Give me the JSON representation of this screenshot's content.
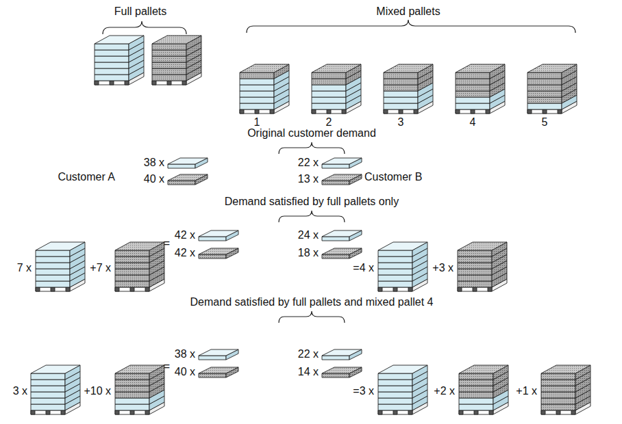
{
  "diagram": {
    "labels": [
      "Full pallets",
      "Mixed pallets",
      "1",
      "2",
      "3",
      "4",
      "5",
      "Original customer demand",
      "38 x",
      "40 x",
      "22 x",
      "13 x",
      "Customer A",
      "Customer B",
      "Demand satisfied by full pallets only",
      "7 x",
      "+7 x",
      "=",
      "42 x",
      "42 x",
      "24 x",
      "18 x",
      "=4 x",
      "+3 x",
      "Demand satisfied by full pallets and mixed pallet 4",
      "3 x",
      "+10 x",
      "=",
      "38 x",
      "40 x",
      "22 x",
      "14 x",
      "=3 x",
      "+2 x",
      "+1 x"
    ]
  }
}
